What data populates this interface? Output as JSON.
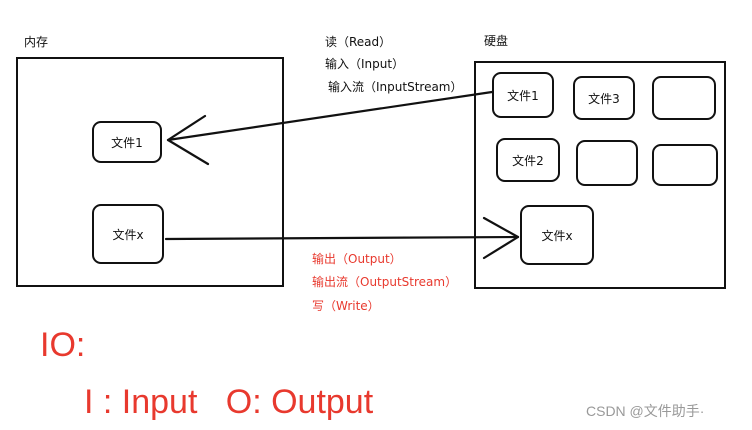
{
  "memory": {
    "label": "内存",
    "files": [
      "文件1",
      "文件x"
    ]
  },
  "disk": {
    "label": "硬盘",
    "files": [
      "文件1",
      "文件3",
      "文件2",
      "文件x"
    ]
  },
  "read_labels": [
    "读（Read）",
    "输入（Input）",
    "输入流（InputStream）"
  ],
  "write_labels": [
    "输出（Output）",
    "输出流（OutputStream）",
    "写（Write）"
  ],
  "io": {
    "title": "IO:",
    "explanation": "I : Input   O: Output"
  },
  "watermark": "CSDN @文件助手·",
  "colors": {
    "read_text": "#111111",
    "write_text": "#e8392e",
    "io_text": "#e8392e"
  }
}
